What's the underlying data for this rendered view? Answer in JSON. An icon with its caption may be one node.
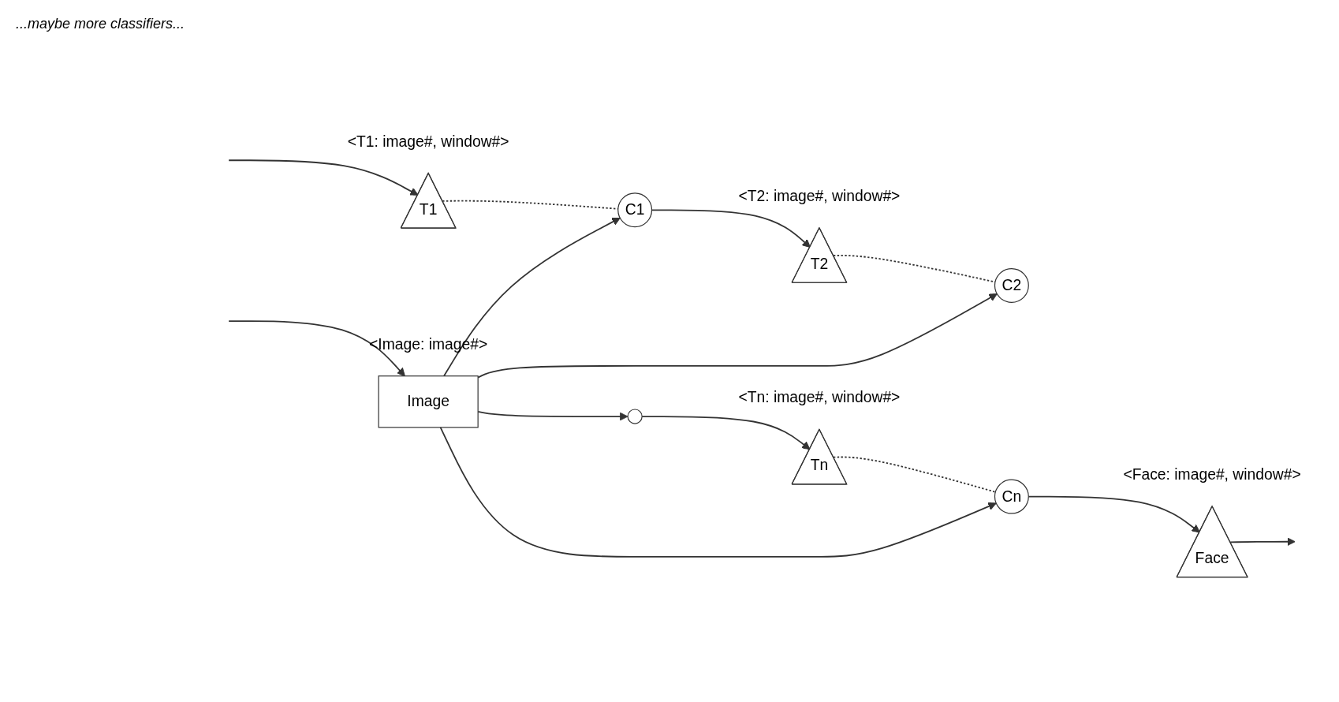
{
  "diagram": {
    "nodes": [
      {
        "text": [
          "Image"
        ],
        "beside": [
          "<Image: image#>"
        ]
      },
      {
        "text": [
          "T1"
        ],
        "beside": [
          "<T1: image#, window#>"
        ]
      },
      {
        "text": [
          "C1"
        ]
      },
      {
        "text": [
          "T2"
        ],
        "beside": [
          "<T2: image#, window#>"
        ]
      },
      {
        "text": [
          "C2"
        ]
      },
      {
        "text": [],
        "shape": "circle"
      },
      {
        "text": [
          "Tn"
        ],
        "beside": [
          "<Tn: image#, window#>"
        ]
      },
      {
        "text": [
          "Cn"
        ]
      },
      {
        "text": [
          "Face"
        ],
        "beside": [
          "<Face: image#, window#>"
        ]
      }
    ],
    "edges": [
      {
        "from": null,
        "to": 0,
        "arrow": "to"
      },
      {
        "from": null,
        "to": 1,
        "arrow": "to"
      },
      {
        "from": 1,
        "to": 2,
        "arrow": "none",
        "style": "dashed"
      },
      {
        "from": 0,
        "to": 2,
        "arrow": "to"
      },
      {
        "from": 2,
        "to": 3,
        "arrow": "to"
      },
      {
        "from": 3,
        "to": 4,
        "arrow": "none",
        "style": "dashed"
      },
      {
        "from": 0,
        "to": 4,
        "arrow": "to"
      },
      {
        "from": 0,
        "to": 5,
        "arrow": "to"
      },
      {
        "from": 5,
        "to": 6,
        "arrow": "to"
      },
      {
        "from": 6,
        "to": 7,
        "arrow": "none",
        "style": "dashed"
      },
      {
        "from": 0,
        "to": 7,
        "arrow": "to"
      },
      {
        "from": 7,
        "to": 8,
        "arrow": "to"
      },
      {
        "from": 8,
        "to": null,
        "arrow": "to"
      }
    ],
    "labels": [
      "...maybe more classifiers..."
    ]
  }
}
